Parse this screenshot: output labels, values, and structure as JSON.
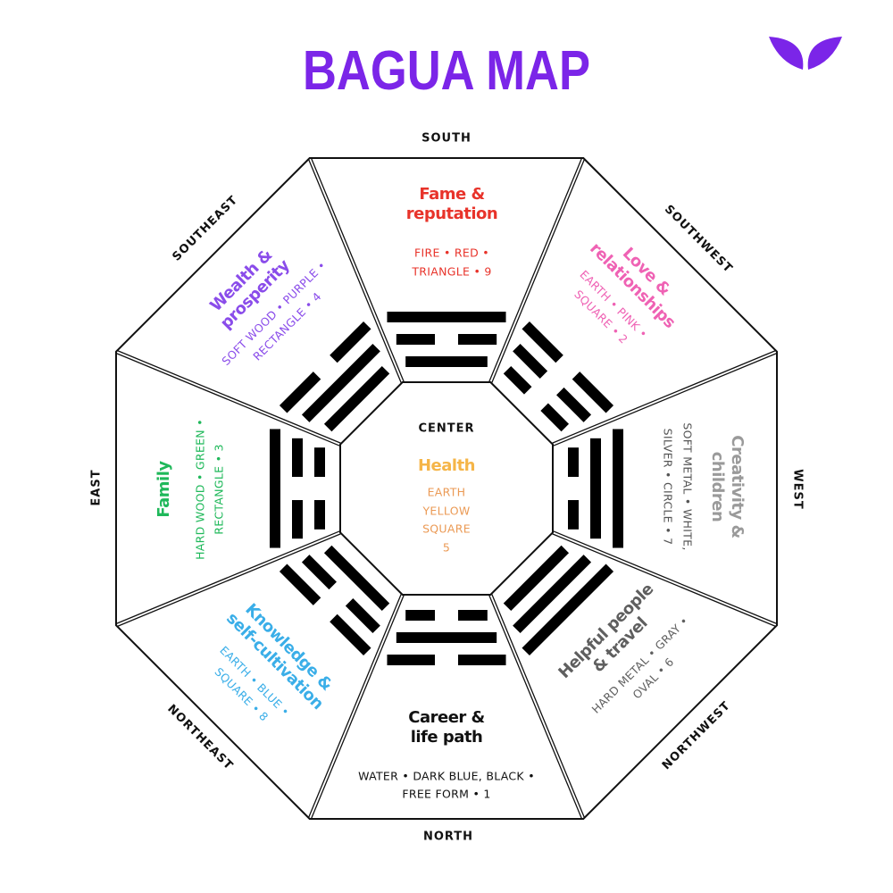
{
  "title": "BAGUA MAP",
  "colors": {
    "brand": "#7b25e8"
  },
  "directions": {
    "south": "SOUTH",
    "southwest": "SOUTHWEST",
    "west": "WEST",
    "northwest": "NORTHWEST",
    "north": "NORTH",
    "northeast": "NORTHEAST",
    "east": "EAST",
    "southeast": "SOUTHEAST"
  },
  "center": {
    "label": "CENTER",
    "title": "Health",
    "desc": [
      "EARTH",
      "YELLOW",
      "SQUARE",
      "5"
    ],
    "title_color": "#f5b548",
    "desc_color": "#eb9a55"
  },
  "sectors": {
    "south": {
      "title": [
        "Fame &",
        "reputation"
      ],
      "desc": [
        "FIRE • RED •",
        "TRIANGLE • 9"
      ],
      "color": "#e8332a",
      "trigram": [
        1,
        0,
        1
      ]
    },
    "southwest": {
      "title": [
        "Love &",
        "relationships"
      ],
      "desc": [
        "EARTH • PINK •",
        "SQUARE • 2"
      ],
      "color": "#ef62b4",
      "trigram": [
        0,
        0,
        0
      ]
    },
    "west": {
      "title": [
        "Creativity &",
        "children"
      ],
      "desc": [
        "SOFT METAL • WHITE,",
        "SILVER • CIRCLE • 7"
      ],
      "color": "#9a9a9a",
      "desc_color": "#555555",
      "trigram": [
        1,
        1,
        0
      ]
    },
    "northwest": {
      "title": [
        "Helpful people",
        "& travel"
      ],
      "desc": [
        "HARD METAL • GRAY •",
        "OVAL • 6"
      ],
      "color": "#5f5f5f",
      "trigram": [
        1,
        1,
        1
      ]
    },
    "north": {
      "title": [
        "Career &",
        "life path"
      ],
      "desc": [
        "WATER • DARK BLUE, BLACK •",
        "FREE FORM • 1"
      ],
      "color": "#111111",
      "trigram": [
        0,
        1,
        0
      ]
    },
    "northeast": {
      "title": [
        "Knowledge &",
        "self-cultivation"
      ],
      "desc": [
        "EARTH • BLUE •",
        "SQUARE • 8"
      ],
      "color": "#3aaee8",
      "trigram": [
        0,
        0,
        1
      ]
    },
    "east": {
      "title": [
        "Family"
      ],
      "desc": [
        "HARD WOOD • GREEN •",
        "RECTANGLE • 3"
      ],
      "color": "#1fb85a",
      "trigram": [
        1,
        0,
        0
      ]
    },
    "southeast": {
      "title": [
        "Wealth &",
        "prosperity"
      ],
      "desc": [
        "SOFT WOOD • PURPLE •",
        "RECTANGLE • 4"
      ],
      "color": "#8a4cea",
      "trigram": [
        0,
        1,
        1
      ]
    }
  }
}
